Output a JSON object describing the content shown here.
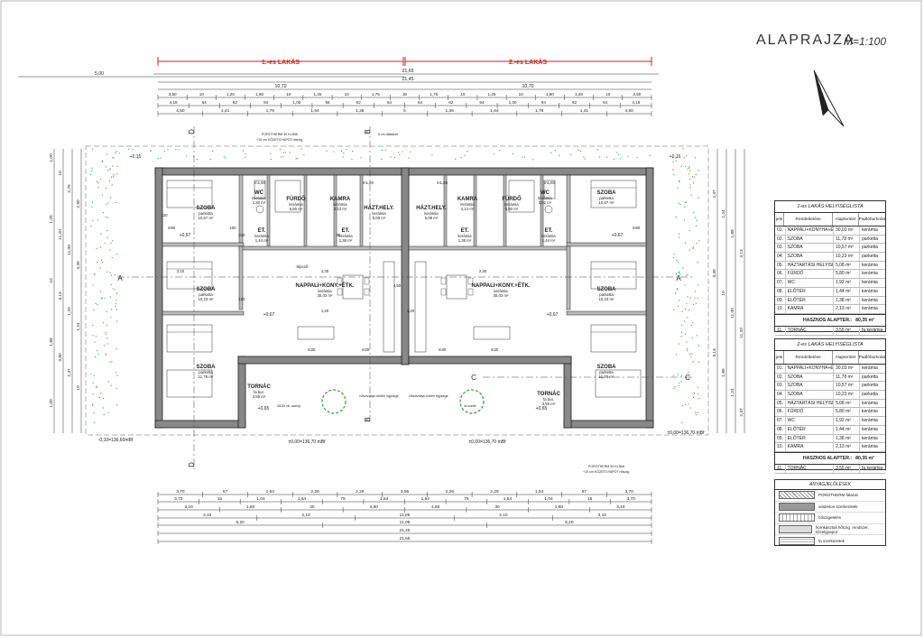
{
  "title": "ALAPRAJZA",
  "scale": "M=1:100",
  "units": [
    {
      "label": "1.-es LAKÁS"
    },
    {
      "label": "2.-es LAKÁS"
    }
  ],
  "top_dims": {
    "overall": [
      "5,00",
      "21,65",
      "21,45",
      "10,70",
      "10,70"
    ],
    "row3": [
      "3,50",
      "10",
      "1,20",
      "1,80",
      "10",
      "1,25",
      "10",
      "1,75",
      "30",
      "1,75",
      "10",
      "1,25",
      "10",
      "1,80",
      "1,20",
      "10",
      "3,50"
    ],
    "row4": [
      "4,18",
      "64",
      "62",
      "94",
      "1,00",
      "94",
      "62",
      "64",
      "64",
      "62",
      "94",
      "1,00",
      "94",
      "62",
      "64",
      "4,18"
    ],
    "row5": [
      "4,50",
      "1,41",
      "1,79",
      "1,64",
      "1,36",
      "5",
      "1,36",
      "1,64",
      "1,79",
      "1,41",
      "4,50"
    ]
  },
  "bottom_dims": {
    "row1": [
      "3,70",
      "67",
      "1,54",
      "2,29",
      "2,29",
      "3,55",
      "2,29",
      "2,29",
      "1,54",
      "67",
      "3,70"
    ],
    "row2": [
      "3,70",
      "15",
      "1,04",
      "1,54",
      "75",
      "1,54",
      "1,54",
      "75",
      "1,54",
      "1,04",
      "15",
      "3,70"
    ],
    "row3": [
      "3,10",
      "1,80",
      "30",
      "4,80",
      "4,80",
      "30",
      "1,80",
      "3,10"
    ],
    "row4": [
      "3,10",
      "2,10",
      "11,05",
      "2,10",
      "3,10"
    ],
    "row5": [
      "5,20",
      "11,05",
      "5,20"
    ],
    "row6": [
      "21,45"
    ],
    "row7": [
      "21,65"
    ]
  },
  "left_dims": [
    "1,00",
    "10",
    "2,75",
    "2,90",
    "1,25",
    "11,20",
    "11,00",
    "3,30",
    "10",
    "3,13",
    "1,20",
    "1,24",
    "1,89",
    "3,80",
    "2,37",
    "10",
    "1,00"
  ],
  "right_dims": [
    "2,37",
    "1,24",
    "1,89",
    "3,13",
    "3,30",
    "10",
    "11,00",
    "11,20",
    "3,13",
    "1,89",
    "1,24",
    "2,37"
  ],
  "levels": [
    "+0,15",
    "+0,15",
    "+0,67",
    "+0,67",
    "+0,67",
    "+0,67",
    "+0,65",
    "+0,65",
    "-0,10=136,60mBf",
    "±0,00=136,70 mBf",
    "±0,00=136,70 mBf",
    "±0,00=136,70 mBf"
  ],
  "sections": [
    "A",
    "A",
    "B",
    "B",
    "C",
    "C",
    "D",
    "D"
  ],
  "notes": [
    "POROTHERM 30 KLÍMA",
    "+10 cm KŐZETGYAPOT hőszig.",
    "5 cm dilatáció",
    "POROTHERM 30 KLÍMA",
    "+10 cm KŐZETGYAPOT hőszig.",
    "30/30 vb. oszlop",
    "hőszivattyú kültéri egysége",
    "hőszivattyú kültéri egysége",
    "fa szelet"
  ],
  "rooms": [
    {
      "name": "SZOBA",
      "sub": "parketta",
      "area": "10,57 m²"
    },
    {
      "name": "WC",
      "sub": "kerámia",
      "area": "1,92 m²"
    },
    {
      "name": "FÜRDŐ",
      "sub": "kerámia",
      "area": "5,80 m²"
    },
    {
      "name": "KAMRA",
      "sub": "kerámia",
      "area": "2,13 m²"
    },
    {
      "name": "HÁZT.HELY.",
      "sub": "kerámia",
      "area": "5,08 m²"
    },
    {
      "name": "ET.",
      "sub": "kerámia",
      "area": "1,44 m²"
    },
    {
      "name": "ET.",
      "sub": "kerámia",
      "area": "1,38 m²"
    },
    {
      "name": "SZOBA",
      "sub": "parketta",
      "area": "10,23 m²"
    },
    {
      "name": "NAPPALI+KONY.+ÉTK.",
      "sub": "kerámia",
      "area": "30,03 m²"
    },
    {
      "name": "SZOBA",
      "sub": "parketta",
      "area": "11,78 m²"
    },
    {
      "name": "TORNÁC",
      "sub": "fa bur.",
      "area": "3,55 m²"
    },
    {
      "name": "HÁZT.HELY.",
      "sub": "kerámia",
      "area": "5,08 m²"
    },
    {
      "name": "KAMRA",
      "sub": "kerámia",
      "area": "2,13 m²"
    },
    {
      "name": "FÜRDŐ",
      "sub": "kerámia",
      "area": "5,80 m²"
    },
    {
      "name": "WC",
      "sub": "kerámia",
      "area": "1,92 m²"
    },
    {
      "name": "SZOBA",
      "sub": "parketta",
      "area": "10,67 m²"
    },
    {
      "name": "ET.",
      "sub": "kerámia",
      "area": "1,38 m²"
    },
    {
      "name": "ET.",
      "sub": "kerámia",
      "area": "1,44 m²"
    },
    {
      "name": "NAPPALI+KONY.+ÉTK.",
      "sub": "kerámia",
      "area": "30,03 m²"
    },
    {
      "name": "SZOBA",
      "sub": "parketta",
      "area": "10,23 m²"
    },
    {
      "name": "SZOBA",
      "sub": "parketta",
      "area": "11,78 m²"
    },
    {
      "name": "TORNÁC",
      "sub": "fa bur.",
      "area": "3,55 m²"
    }
  ],
  "misc_labels": [
    "m1,80",
    "m1,80",
    "m1,80",
    "m1,80",
    "m30",
    "m30",
    "m30",
    "m30",
    "m90",
    "m90",
    "210",
    "150",
    "120",
    "100",
    "90",
    "2,10",
    "2,30",
    "1,20",
    "2,30",
    "4,50",
    "1,20",
    "-lépcső-"
  ],
  "table1": {
    "title": "1-es LAKÁS HELYISÉGLISTA",
    "headers": [
      "jele",
      "Rendeltetése",
      "Alapterület",
      "Padlóburkolat"
    ],
    "rows": [
      [
        "01.",
        "NAPPALI+KONYHA+ÉTKEZŐ",
        "30,03 m²",
        "kerámia"
      ],
      [
        "02.",
        "SZOBA",
        "11,78 m²",
        "parketta"
      ],
      [
        "03.",
        "SZOBA",
        "10,57 m²",
        "parketta"
      ],
      [
        "04.",
        "SZOBA",
        "10,23 m²",
        "parketta"
      ],
      [
        "05.",
        "HÁZTARTÁSI HELYISÉG",
        "5,08 m²",
        "kerámia"
      ],
      [
        "06.",
        "FÜRDŐ",
        "5,80 m²",
        "kerámia"
      ],
      [
        "07.",
        "WC",
        "1,92 m²",
        "kerámia"
      ],
      [
        "08.",
        "ELŐTÉR",
        "1,44 m²",
        "kerámia"
      ],
      [
        "09.",
        "ELŐTÉR",
        "1,38 m²",
        "kerámia"
      ],
      [
        "10.",
        "KAMRA",
        "2,13 m²",
        "kerámia"
      ]
    ],
    "total_label": "HASZNOS ALAPTER.:",
    "total": "80,35 m²",
    "extra": [
      "11.",
      "TORNÁC",
      "3,55 m²",
      "fa kerámia"
    ]
  },
  "table2": {
    "title": "2-es LAKÁS HELYISÉGLISTA",
    "headers": [
      "jele",
      "Rendeltetése",
      "Alapterület",
      "Padlóburkolat"
    ],
    "rows": [
      [
        "01.",
        "NAPPALI+KONYHA+ÉTKEZŐ",
        "30,03 m²",
        "kerámia"
      ],
      [
        "02.",
        "SZOBA",
        "11,78 m²",
        "parketta"
      ],
      [
        "03.",
        "SZOBA",
        "10,57 m²",
        "parketta"
      ],
      [
        "04.",
        "SZOBA",
        "10,23 m²",
        "parketta"
      ],
      [
        "05.",
        "HÁZTARTÁSI HELYISÉG",
        "5,08 m²",
        "kerámia"
      ],
      [
        "06.",
        "FÜRDŐ",
        "5,80 m²",
        "kerámia"
      ],
      [
        "07.",
        "WC",
        "1,92 m²",
        "kerámia"
      ],
      [
        "08.",
        "ELŐTÉR",
        "1,44 m²",
        "kerámia"
      ],
      [
        "09.",
        "ELŐTÉR",
        "1,38 m²",
        "kerámia"
      ],
      [
        "10.",
        "KAMRA",
        "2,13 m²",
        "kerámia"
      ]
    ],
    "total_label": "HASZNOS ALAPTER.:",
    "total": "80,35 m²",
    "extra": [
      "11.",
      "TORNÁC",
      "3,55 m²",
      "fa kerámia"
    ]
  },
  "legend": {
    "title": "ANYAGJELÖLÉSEK",
    "items": [
      "POROTHERM falazat",
      "vasbeton szerkezetek",
      "hőszigetelés",
      "hornkásztali hőszig. rendszer, kőzetgyapot",
      "fa szerkezetek"
    ]
  },
  "colors": {
    "unit_header": "#cc2222",
    "greenery": "#2a9d3a",
    "line": "#222222"
  }
}
